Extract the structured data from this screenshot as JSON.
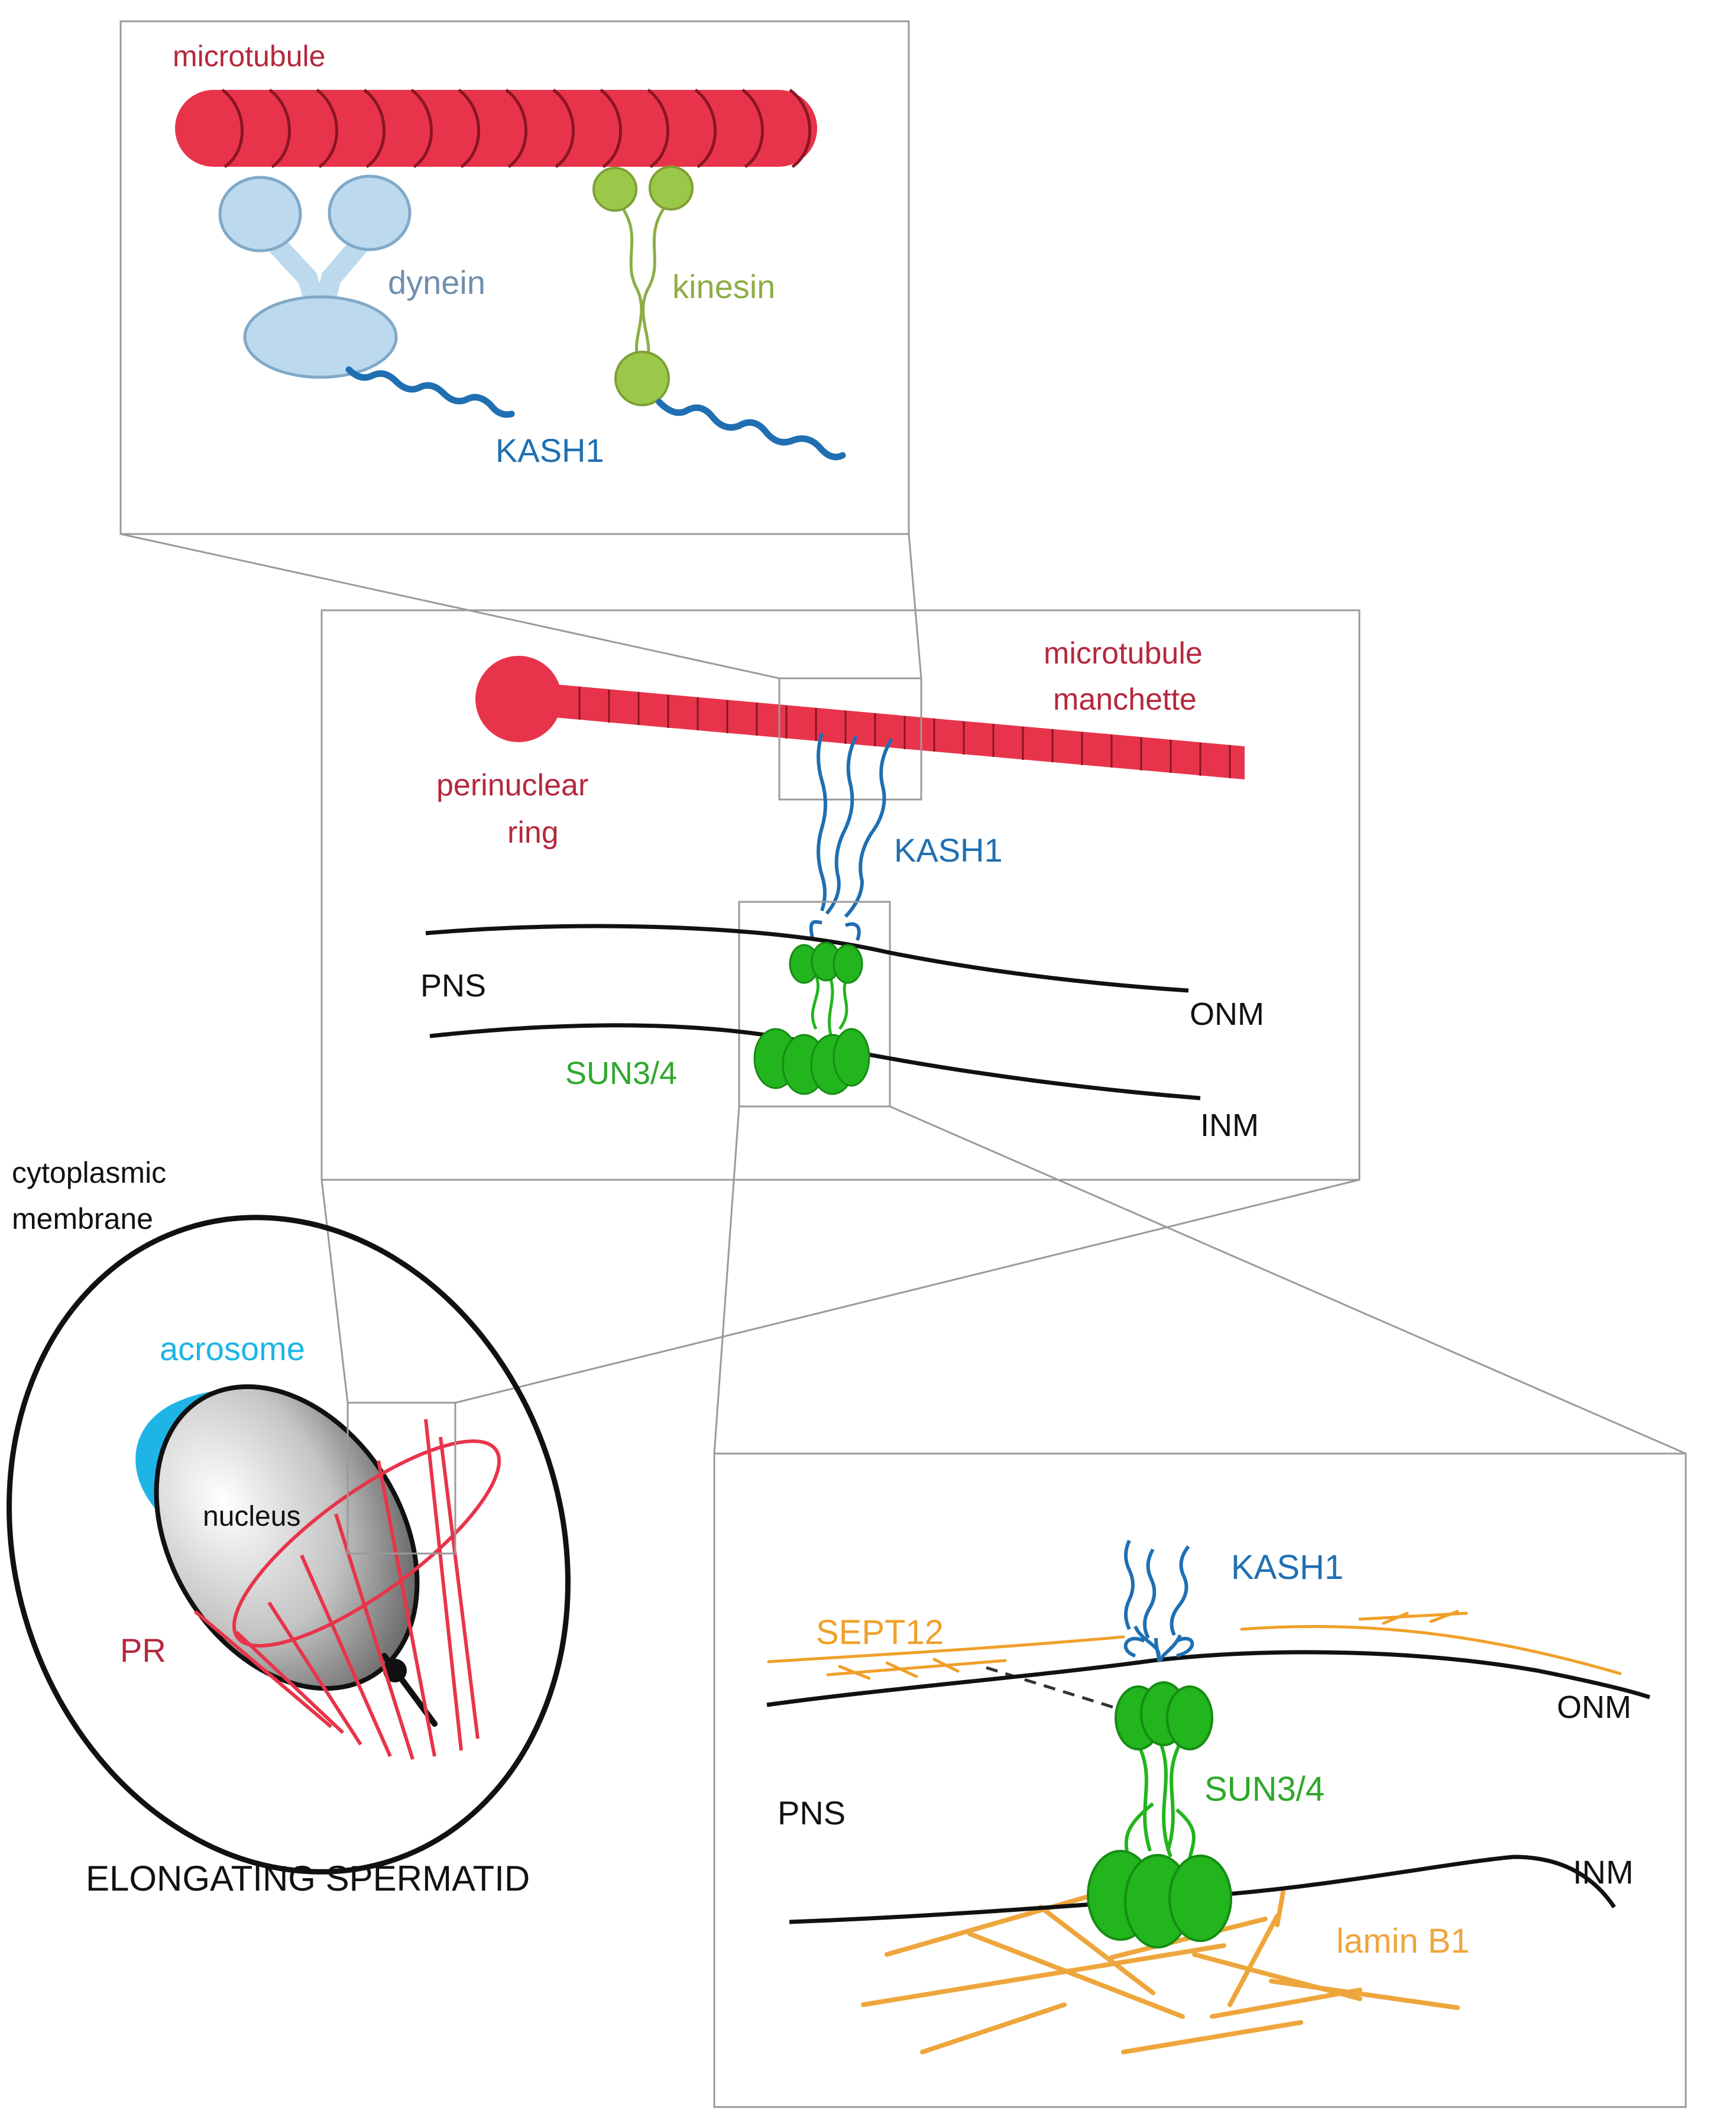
{
  "panels": {
    "motor_detail": {
      "microtubule": "microtubule",
      "dynein": "dynein",
      "kinesin": "kinesin",
      "kash1": "KASH1"
    },
    "manchette_view": {
      "microtubule_manchette_line1": "microtubule",
      "microtubule_manchette_line2": "manchette",
      "perinuclear_ring_line1": "perinuclear",
      "perinuclear_ring_line2": "ring",
      "kash1": "KASH1",
      "pns": "PNS",
      "onm": "ONM",
      "inm": "INM",
      "sun": "SUN3/4"
    },
    "spermatid": {
      "cytoplasmic_membrane_line1": "cytoplasmic",
      "cytoplasmic_membrane_line2": "membrane",
      "acrosome": "acrosome",
      "nucleus": "nucleus",
      "pr": "PR",
      "caption": "ELONGATING SPERMATID"
    },
    "envelope_detail": {
      "kash1": "KASH1",
      "sept12": "SEPT12",
      "onm": "ONM",
      "pns": "PNS",
      "sun": "SUN3/4",
      "inm": "INM",
      "lamin": "lamin B1"
    }
  },
  "colors": {
    "microtubule": "#e8344a",
    "microtubule_label": "#b5283d",
    "dynein_fill": "#bcd9ee",
    "dynein_stroke": "#7fa9c9",
    "dynein_label": "#6f8fae",
    "kinesin_fill": "#9cc84a",
    "kinesin_label": "#8cae45",
    "kash": "#1f6fb2",
    "sun": "#22b51e",
    "sun_label": "#2ea82a",
    "acrosome": "#1eb4e6",
    "septin": "#f0a02a",
    "lamin": "#eea63c",
    "pr": "#e8344a",
    "frame": "#9a9a9a"
  }
}
